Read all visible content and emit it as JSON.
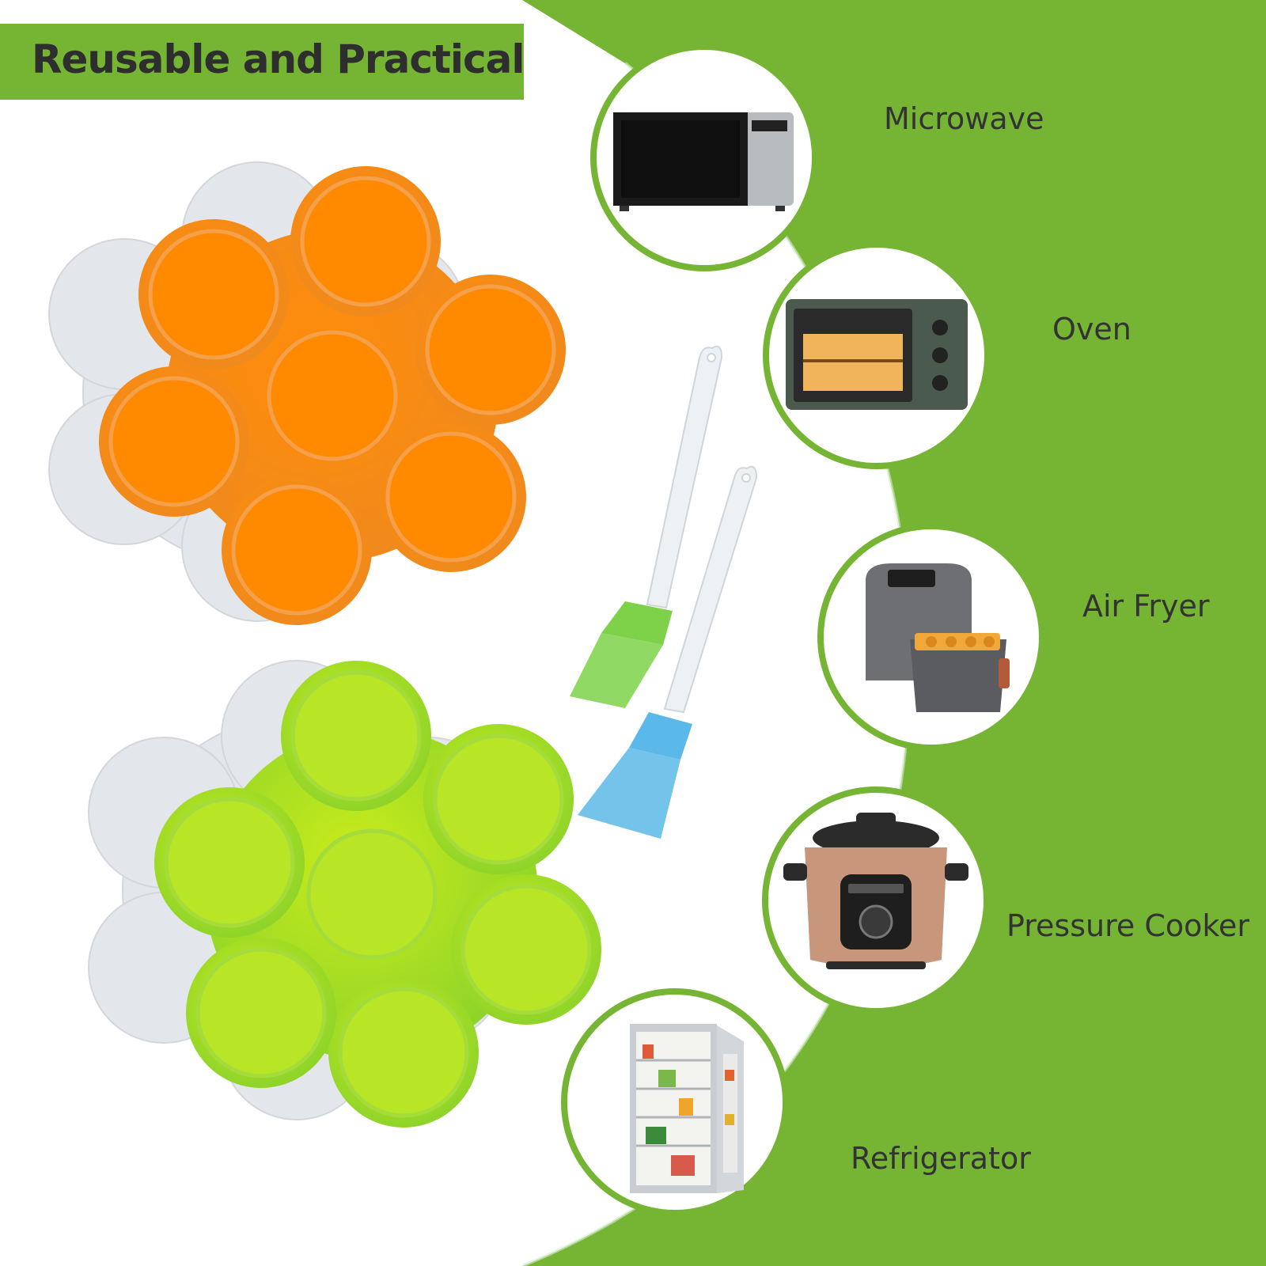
{
  "banner": {
    "title": "Reusable and Practical"
  },
  "products": [
    {
      "name": "Egg bite mold with lid",
      "color": "#f5901e",
      "lid_color": "#e3e6ea"
    },
    {
      "name": "Egg bite mold with lid",
      "color": "#8fd42a",
      "lid_color": "#e3e6ea"
    }
  ],
  "brushes": [
    {
      "head_color": "#7ed24a"
    },
    {
      "head_color": "#5ab9e8"
    }
  ],
  "appliances": [
    {
      "label": "Microwave",
      "icon": "microwave-icon"
    },
    {
      "label": "Oven",
      "icon": "oven-icon"
    },
    {
      "label": "Air Fryer",
      "icon": "air-fryer-icon"
    },
    {
      "label": "Pressure Cooker",
      "icon": "pressure-cooker-icon"
    },
    {
      "label": "Refrigerator",
      "icon": "refrigerator-icon"
    }
  ],
  "colors": {
    "accent_green": "#76b534",
    "text": "#333333"
  }
}
